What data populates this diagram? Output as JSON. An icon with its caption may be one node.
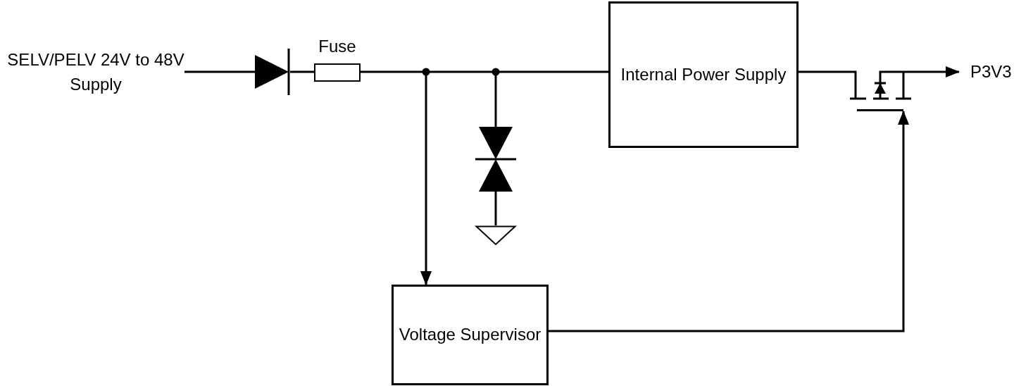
{
  "diagram": {
    "nodes": [
      {
        "text": [
          "SELV/PELV 24V to 48V Supply"
        ]
      },
      {
        "text": [],
        "shape": "diode"
      },
      {
        "text": [
          "Fuse"
        ]
      },
      {
        "text": [],
        "shape": "circle"
      },
      {
        "text": [],
        "shape": "circle"
      },
      {
        "text": [],
        "shape": "diode"
      },
      {
        "text": [],
        "shape": "ground"
      },
      {
        "text": [
          "Internal Power Supply"
        ]
      },
      {
        "text": [],
        "shape": "transistor"
      },
      {
        "text": [
          "P3V3"
        ]
      },
      {
        "text": [
          "Voltage Supervisor"
        ]
      }
    ],
    "edges": [
      {
        "from": 0,
        "to": 1,
        "arrow": "none"
      },
      {
        "from": 1,
        "to": 2,
        "arrow": "none"
      },
      {
        "from": 2,
        "to": 3,
        "arrow": "none"
      },
      {
        "from": 3,
        "to": 4,
        "arrow": "none"
      },
      {
        "from": 4,
        "to": 7,
        "arrow": "none"
      },
      {
        "from": 3,
        "to": 10,
        "arrow": "to"
      },
      {
        "from": 4,
        "to": 5,
        "arrow": "none"
      },
      {
        "from": 5,
        "to": 6,
        "arrow": "none"
      },
      {
        "from": 7,
        "to": 8,
        "arrow": "none"
      },
      {
        "from": 8,
        "to": 9,
        "arrow": "to"
      },
      {
        "from": 10,
        "to": 8,
        "arrow": "to"
      }
    ]
  }
}
